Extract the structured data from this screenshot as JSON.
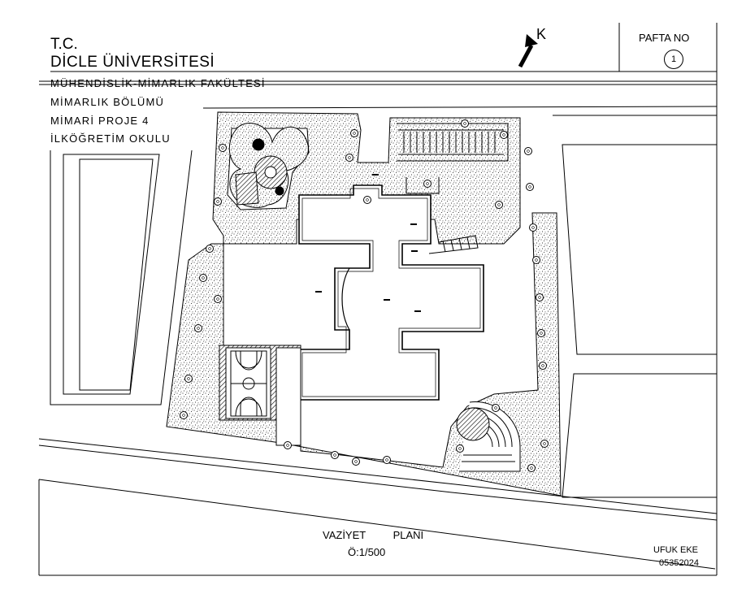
{
  "title_block": {
    "line1": "T.C.",
    "line2": "DİCLE ÜNİVERSİTESİ",
    "line3": "MÜHENDİSLİK-MİMARLIK FAKÜLTESİ",
    "line4": "MİMARLIK BÖLÜMÜ",
    "line5": "MİMARİ PROJE 4",
    "line6": "İLKÖĞRETİM OKULU"
  },
  "sheet": {
    "label": "PAFTA NO",
    "number": "1"
  },
  "north_arrow": {
    "label": "K"
  },
  "plan": {
    "title": "VAZİYET PLANI",
    "scale": "Ö:1/500"
  },
  "author": {
    "name": "UFUK EKE",
    "id": "05352024"
  },
  "colors": {
    "ink": "#000000",
    "paper": "#ffffff"
  }
}
